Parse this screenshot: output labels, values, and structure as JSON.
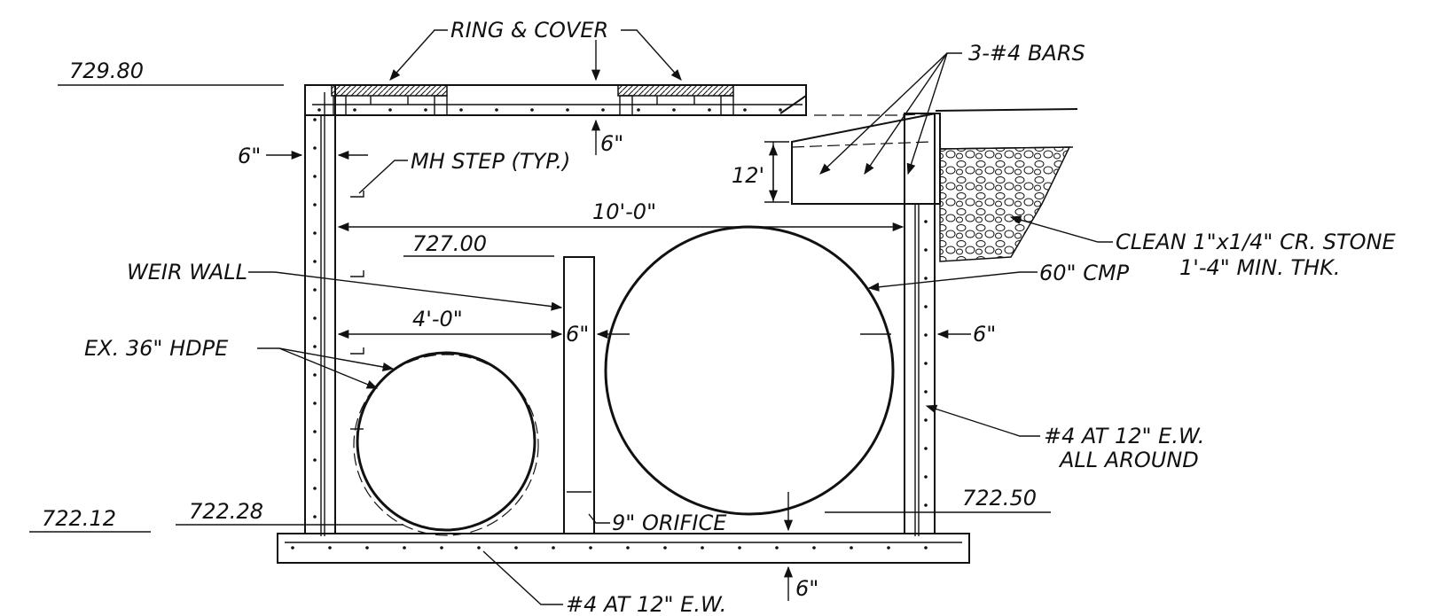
{
  "elevations": {
    "top": "729.80",
    "weir": "727.00",
    "left_invert": "722.12",
    "hdpe_invert": "722.28",
    "cmp_invert": "722.50"
  },
  "labels": {
    "ring_cover": "RING & COVER",
    "bars": "3-#4 BARS",
    "mh_step": "MH STEP (TYP.)",
    "stone_line1": "CLEAN 1\"x1/4\" CR. STONE",
    "stone_line2": "1'-4\" MIN. THK.",
    "weir_wall": "WEIR WALL",
    "cmp": "60\" CMP",
    "hdpe": "EX. 36\" HDPE",
    "rebar_walls_line1": "#4 AT 12\" E.W.",
    "rebar_walls_line2": "ALL AROUND",
    "orifice": "9\" ORIFICE",
    "rebar_base": "#4 AT 12\" E.W."
  },
  "dimensions": {
    "left_wall": "6\"",
    "top_slab": "6\"",
    "ledge_height": "12'",
    "inside_width": "10'-0\"",
    "to_weir": "4'-0\"",
    "weir_thickness": "6\"",
    "right_wall": "6\"",
    "base_slab": "6\""
  }
}
